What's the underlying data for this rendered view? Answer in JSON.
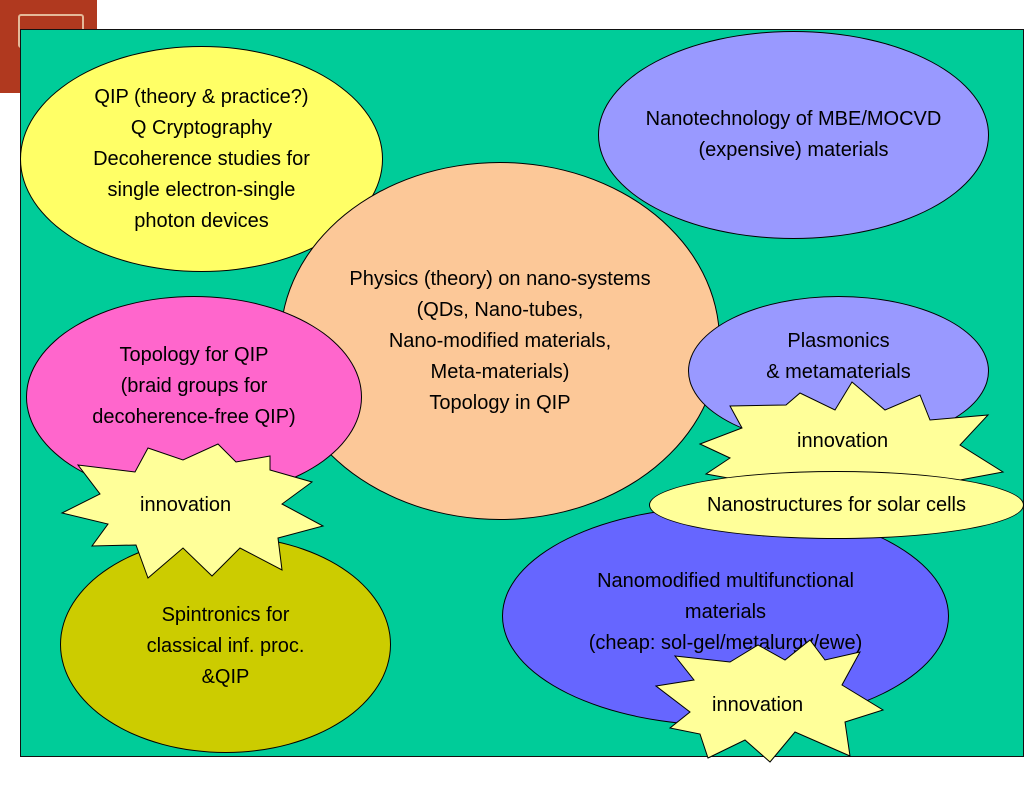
{
  "colors": {
    "panel": "#00cc99",
    "qip": "#ffff66",
    "physics": "#fcc898",
    "topology": "#ff66cc",
    "spintronics": "#cccc00",
    "mbe": "#9999ff",
    "plasmonics": "#9999ff",
    "nanomodified": "#6666ff",
    "burst": "#ffff99",
    "solar": "#ffff99",
    "logo": "#b0391f"
  },
  "nodes": {
    "qip": "QIP (theory & practice?)\nQ Cryptography\nDecoherence studies for\nsingle electron-single\nphoton devices",
    "mbe": "Nanotechnology of MBE/MOCVD\n(expensive) materials",
    "physics": "Physics (theory) on nano-systems\n(QDs, Nano-tubes,\nNano-modified materials,\nMeta-materials)\nTopology in QIP",
    "plasmonics": "Plasmonics\n& metamaterials",
    "topology": "Topology for QIP\n(braid groups for\ndecoherence-free QIP)",
    "solar": "Nanostructures for solar cells",
    "nanomodified": "Nanomodified multifunctional\nmaterials\n(cheap:  sol-gel/metalurgy/ewe)",
    "spintronics": "Spintronics for\nclassical inf. proc.\n&QIP"
  },
  "bursts": {
    "left": "innovation",
    "right": "innovation",
    "bottom": "innovation"
  }
}
